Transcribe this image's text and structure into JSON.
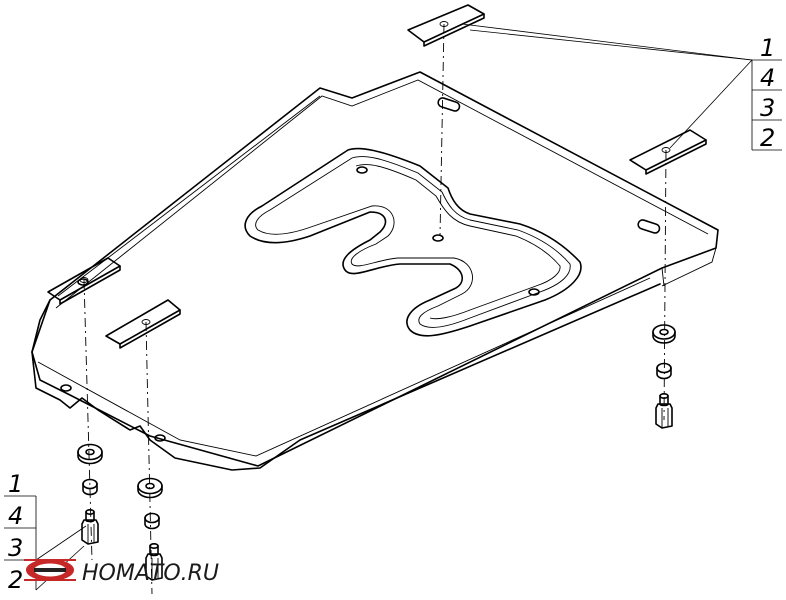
{
  "callouts_right": [
    "1",
    "4",
    "3",
    "2"
  ],
  "callouts_left": [
    "1",
    "4",
    "3",
    "2"
  ],
  "watermark": "НОМАТО.RU"
}
